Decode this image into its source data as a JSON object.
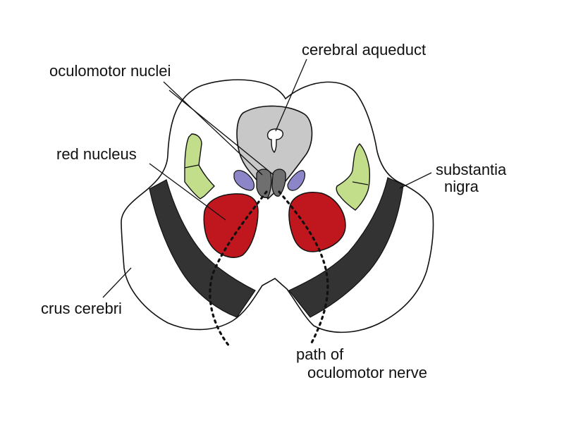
{
  "labels": {
    "cerebral_aqueduct": "cerebral aqueduct",
    "oculomotor_nuclei": "oculomotor nuclei",
    "red_nucleus": "red nucleus",
    "substantia_nigra_line1": "substantia",
    "substantia_nigra_line2": "nigra",
    "crus_cerebri": "crus cerebri",
    "path_line1": "path of",
    "path_line2": "oculomotor nerve"
  },
  "colors": {
    "outline": "#111111",
    "aqueduct_region": "#c8c8c8",
    "oculomotor_nuclei": "#6f6f6f",
    "nucleus_pair": "#8c86c8",
    "red_nucleus": "#c0161e",
    "substantia_nigra": "#c3de8a",
    "crus_cerebri": "#333333"
  }
}
